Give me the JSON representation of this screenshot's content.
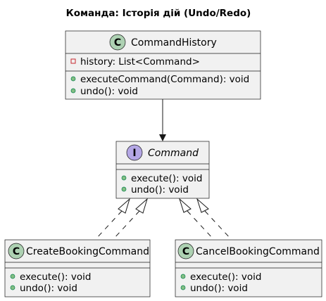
{
  "title": "Команда: Історія дій (Undo/Redo)",
  "colors": {
    "class_circle": "#add1b2",
    "interface_circle": "#b4a7e5",
    "box_fill": "#f1f1f1",
    "stroke": "#181818",
    "private_marker": "#c82930",
    "public_marker": "#84be84"
  },
  "classes": {
    "history": {
      "stereotype_letter": "C",
      "name": "CommandHistory",
      "fields": [
        "history: List<Command>"
      ],
      "methods": [
        "executeCommand(Command): void",
        "undo(): void"
      ]
    },
    "command": {
      "stereotype_letter": "I",
      "name": "Command",
      "methods": [
        "execute(): void",
        "undo(): void"
      ]
    },
    "create": {
      "stereotype_letter": "C",
      "name": "CreateBookingCommand",
      "methods": [
        "execute(): void",
        "undo(): void"
      ]
    },
    "cancel": {
      "stereotype_letter": "C",
      "name": "CancelBookingCommand",
      "methods": [
        "execute(): void",
        "undo(): void"
      ]
    }
  }
}
